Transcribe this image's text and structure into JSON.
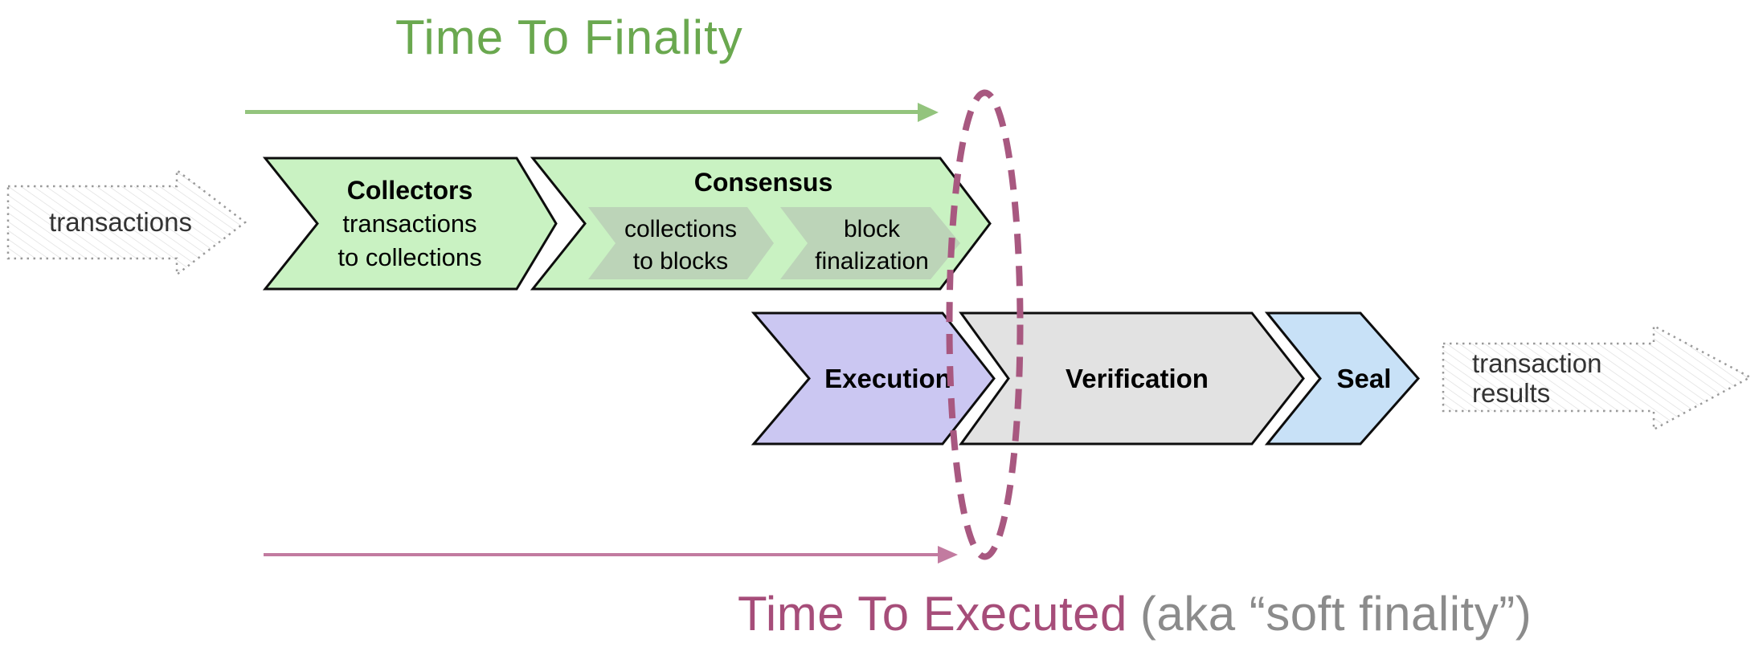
{
  "title": {
    "text": "Time To Finality"
  },
  "caption": {
    "main": "Time To Executed",
    "aside": "(aka “soft finality”)"
  },
  "input_arrow": {
    "label": "transactions"
  },
  "output_arrow": {
    "line1": "transaction",
    "line2": "results"
  },
  "stages": {
    "collectors": {
      "title": "Collectors",
      "sub1": "transactions",
      "sub2": "to collections",
      "fill": "#c9f2c2"
    },
    "consensus": {
      "title": "Consensus",
      "fill": "#c9f2c2",
      "sub_stages": [
        {
          "line1": "collections",
          "line2": "to blocks",
          "fill": "#bcd4b8"
        },
        {
          "line1": "block",
          "line2": "finalization",
          "fill": "#bcd4b8"
        }
      ]
    },
    "execution": {
      "title": "Execution",
      "fill": "#cbc7f2"
    },
    "verification": {
      "title": "Verification",
      "fill": "#e2e2e2"
    },
    "seal": {
      "title": "Seal",
      "fill": "#c8e1f7"
    }
  },
  "colors": {
    "title_green": "#6aa84f",
    "finality_arrow": "#93c47d",
    "executed_text": "#a64d79",
    "executed_arrow": "#c27ba0",
    "boundary_ellipse": "#a85880",
    "caption_aside_gray": "#8b8b8b",
    "chevron_outline": "#0d0d0d"
  }
}
